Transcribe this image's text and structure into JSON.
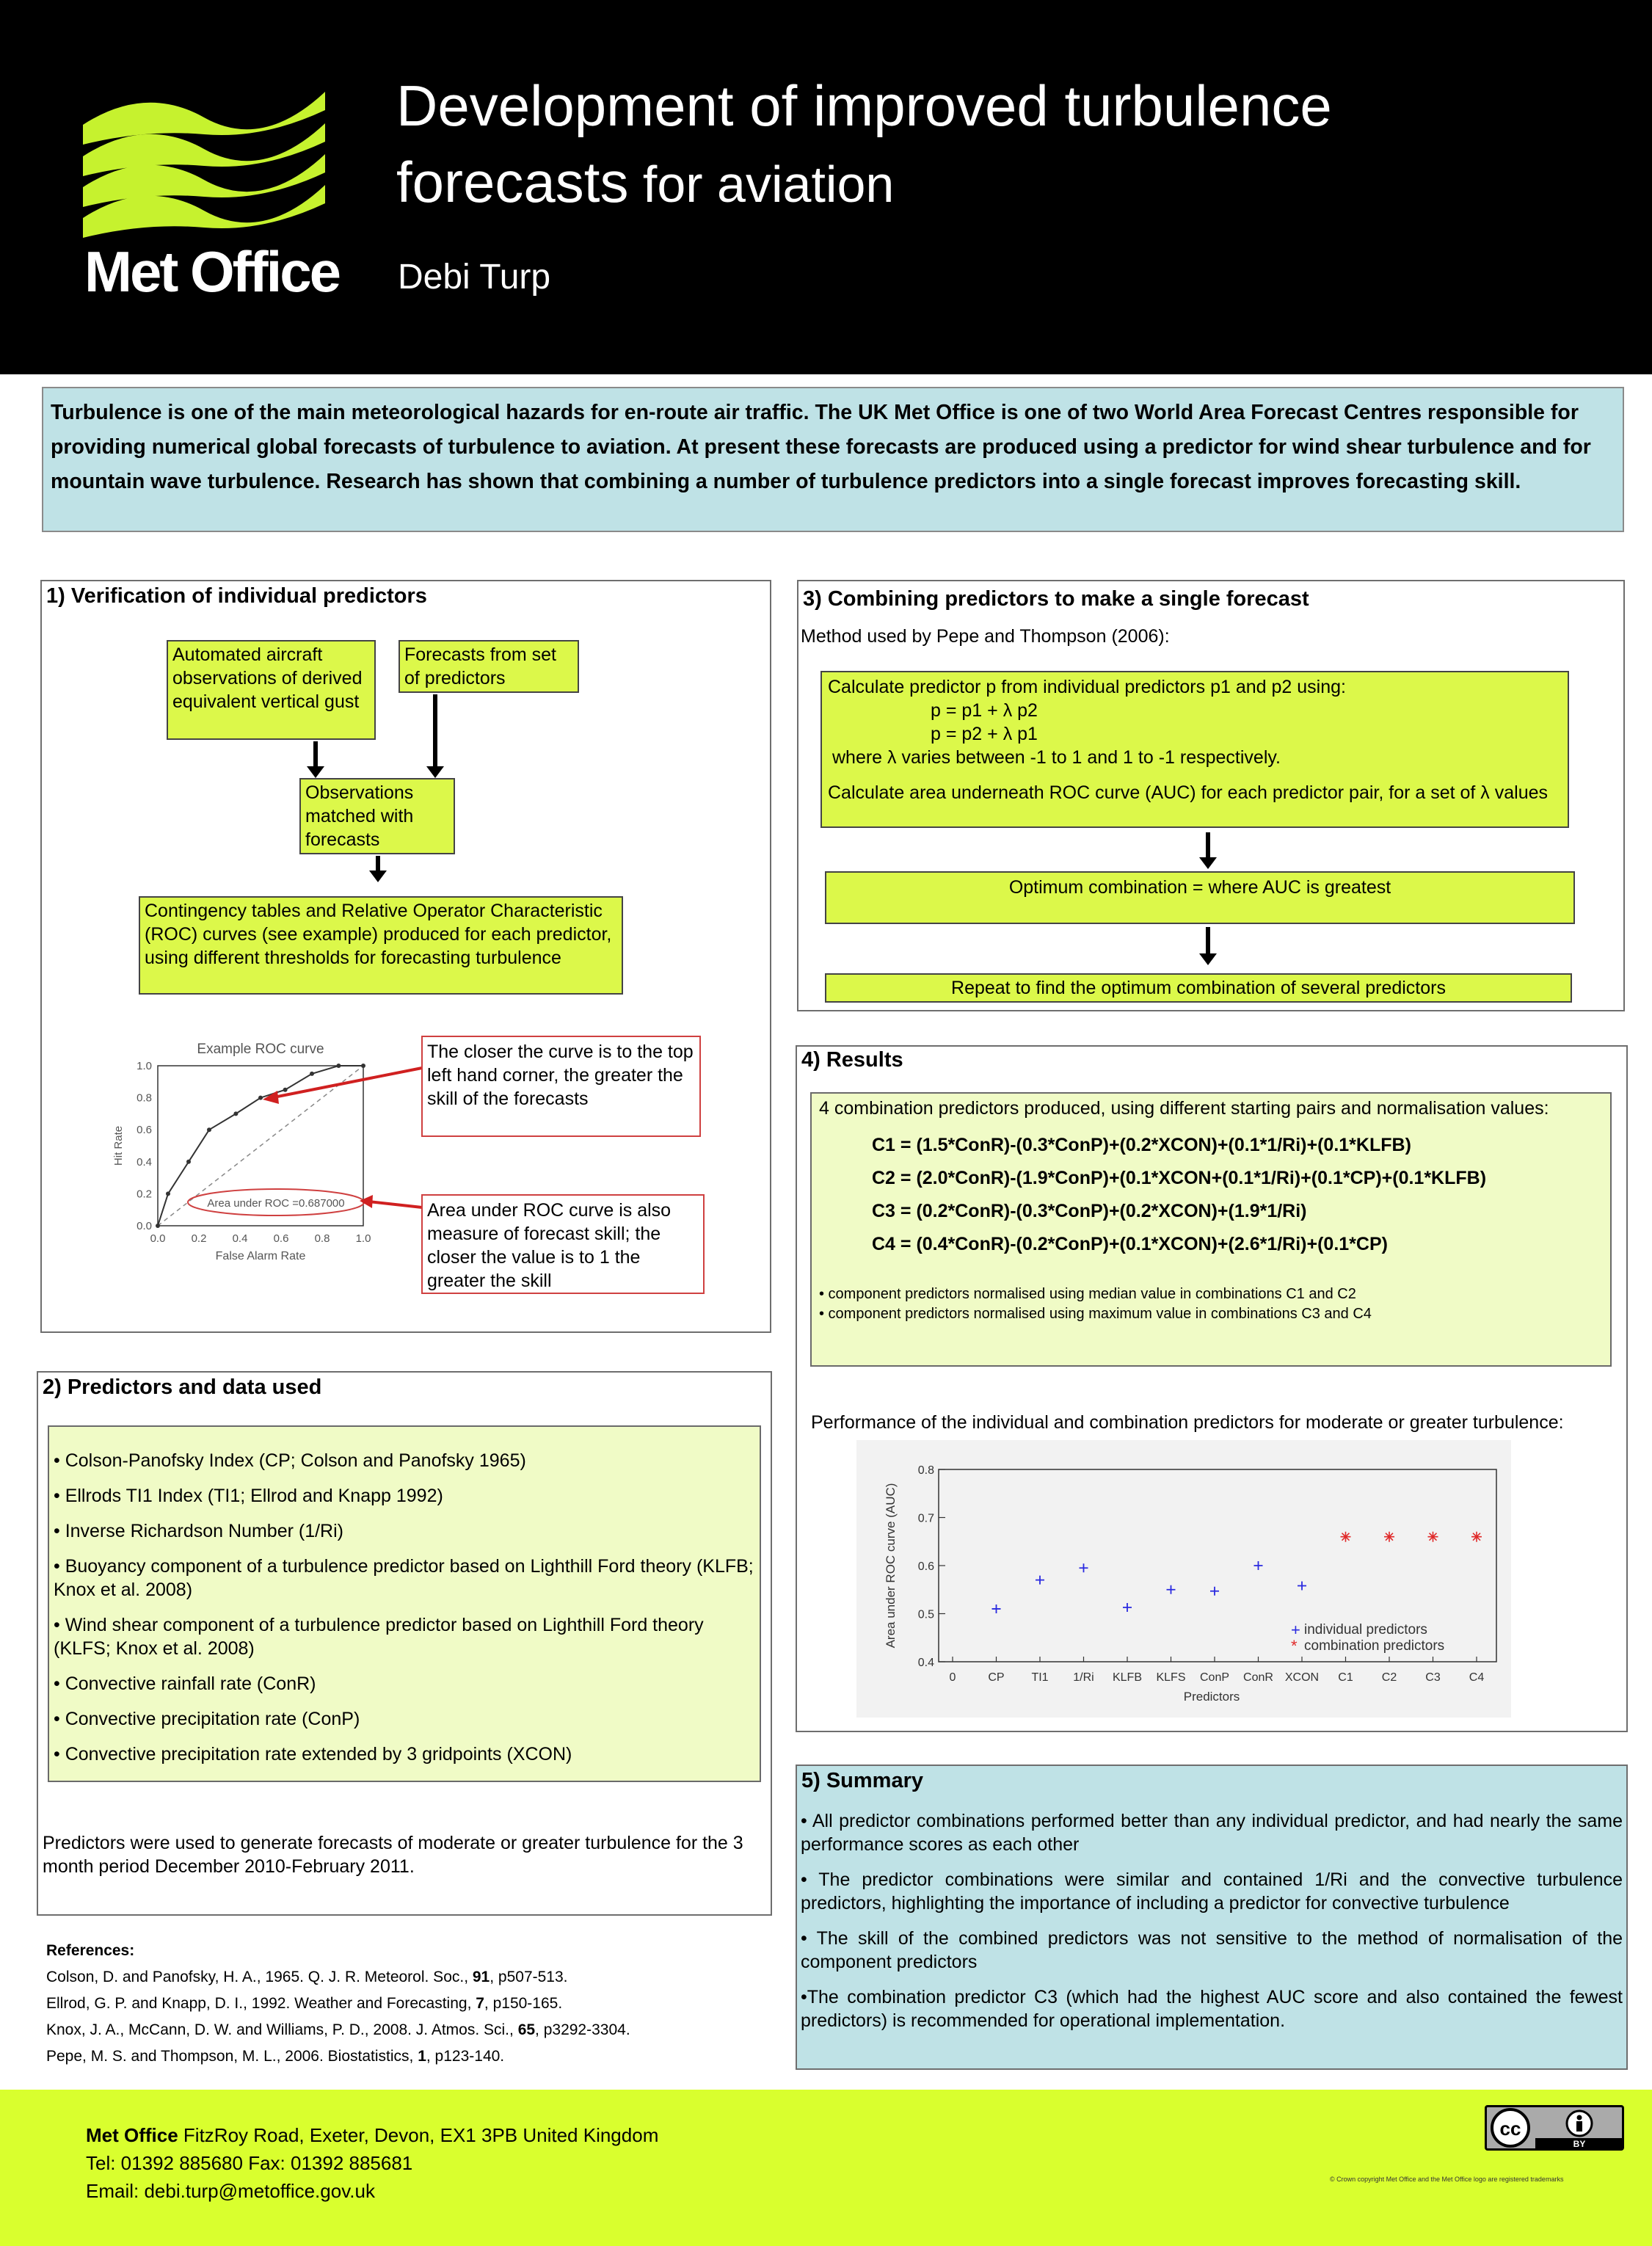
{
  "header": {
    "logo_text": "Met Office",
    "title_line1": "Development of improved turbulence",
    "title_line2_a": "forecasts",
    "title_line2_b": " for aviation",
    "author": "Debi Turp"
  },
  "intro": "Turbulence is one of the main meteorological hazards for en-route air traffic. The UK Met Office is one of two World Area Forecast Centres responsible for providing numerical global forecasts of turbulence to aviation. At present these forecasts are produced using a predictor for wind shear turbulence and for mountain wave turbulence. Research has shown that combining a number of turbulence predictors into a single forecast improves forecasting skill.",
  "section1": {
    "title": "1) Verification of individual predictors",
    "box_obs": "Automated aircraft observations of derived equivalent vertical gust",
    "box_fcst": "Forecasts from set of predictors",
    "box_match": "Observations matched with forecasts",
    "box_cont": "Contingency tables and Relative Operator Characteristic (ROC) curves (see example) produced for each predictor, using different thresholds for forecasting turbulence",
    "note_corner": "The closer the curve is to the top left hand corner, the greater the skill of the forecasts",
    "note_area": "Area under ROC curve is also measure of forecast skill; the closer the value is to 1 the greater the skill",
    "roc_chart": {
      "title": "Example ROC curve",
      "xlabel": "False Alarm Rate",
      "ylabel": "Hit Rate",
      "annotation": "Area under ROC =0.687000",
      "ticks": [
        "0.0",
        "0.2",
        "0.4",
        "0.6",
        "0.8",
        "1.0"
      ]
    }
  },
  "section2": {
    "title": "2) Predictors and data used",
    "items": [
      "• Colson-Panofsky Index  (CP; Colson and Panofsky 1965)",
      "• Ellrods TI1 Index (TI1; Ellrod and Knapp 1992)",
      "• Inverse Richardson Number (1/Ri)",
      "• Buoyancy component of a turbulence predictor based on Lighthill Ford theory (KLFB; Knox et al. 2008)",
      "• Wind shear component of a turbulence predictor based on Lighthill Ford theory (KLFS; Knox et al. 2008)",
      "• Convective rainfall rate (ConR)",
      "• Convective precipitation rate (ConP)",
      "• Convective precipitation rate extended by 3 gridpoints (XCON)"
    ],
    "footer_text": "Predictors were used to generate forecasts of moderate or greater turbulence for the 3 month period December 2010-February 2011."
  },
  "references": {
    "heading": "References:",
    "items": [
      {
        "pre": "Colson, D. and Panofsky, H. A., 1965. Q. J. R. Meteorol. Soc., ",
        "vol": "91",
        "post": ", p507-513."
      },
      {
        "pre": "Ellrod, G. P. and Knapp, D. I., 1992. Weather and Forecasting, ",
        "vol": "7",
        "post": ", p150-165."
      },
      {
        "pre": "Knox, J. A., McCann, D. W. and Williams, P. D., 2008. J. Atmos. Sci., ",
        "vol": "65",
        "post": ", p3292-3304."
      },
      {
        "pre": "Pepe, M. S. and Thompson, M. L., 2006. Biostatistics, ",
        "vol": "1",
        "post": ", p123-140."
      }
    ]
  },
  "section3": {
    "title": "3) Combining predictors to make a single forecast",
    "method": "Method used by Pepe and Thompson (2006):",
    "calc_line": "Calculate predictor p from individual predictors p1 and p2 using:",
    "eq1": "p = p1 + λ p2",
    "eq2": "p = p2 + λ p1",
    "where": "where λ varies between -1 to 1 and 1 to -1 respectively.",
    "auc_line": "Calculate area underneath ROC curve (AUC) for each predictor pair, for a set of λ values",
    "optimum": "Optimum combination = where AUC is greatest",
    "repeat": "Repeat to find the optimum combination of several predictors"
  },
  "section4": {
    "title": "4) Results",
    "intro": "4 combination predictors produced, using different starting pairs and normalisation values:",
    "formulas": [
      "C1 = (1.5*ConR)-(0.3*ConP)+(0.2*XCON)+(0.1*1/Ri)+(0.1*KLFB)",
      "C2 = (2.0*ConR)-(1.9*ConP)+(0.1*XCON+(0.1*1/Ri)+(0.1*CP)+(0.1*KLFB)",
      "C3 = (0.2*ConR)-(0.3*ConP)+(0.2*XCON)+(1.9*1/Ri)",
      "C4 = (0.4*ConR)-(0.2*ConP)+(0.1*XCON)+(2.6*1/Ri)+(0.1*CP)"
    ],
    "notes": [
      "• component predictors normalised using median value in combinations C1 and C2",
      "• component predictors normalised using maximum value in combinations C3 and C4"
    ],
    "perf_caption": "Performance of the individual and combination predictors for moderate or greater turbulence:"
  },
  "chart_data": {
    "type": "scatter",
    "xlabel": "Predictors",
    "ylabel": "Area under ROC curve (AUC)",
    "categories": [
      "0",
      "CP",
      "TI1",
      "1/Ri",
      "KLFB",
      "KLFS",
      "ConP",
      "ConR",
      "XCON",
      "C1",
      "C2",
      "C3",
      "C4"
    ],
    "ylim": [
      0.4,
      0.8
    ],
    "yticks": [
      "0.4",
      "0.5",
      "0.6",
      "0.7",
      "0.8"
    ],
    "series": [
      {
        "name": "individual predictors",
        "marker": "+",
        "color": "#2a2ae0",
        "x": [
          "CP",
          "TI1",
          "1/Ri",
          "KLFB",
          "KLFS",
          "ConP",
          "ConR",
          "XCON"
        ],
        "values": [
          0.51,
          0.57,
          0.595,
          0.513,
          0.55,
          0.547,
          0.6,
          0.558
        ]
      },
      {
        "name": "combination predictors",
        "marker": "*",
        "color": "#e02a2a",
        "x": [
          "C1",
          "C2",
          "C3",
          "C4"
        ],
        "values": [
          0.66,
          0.66,
          0.66,
          0.66
        ]
      }
    ],
    "legend": "bottom-right",
    "grid": false
  },
  "section5": {
    "title": "5) Summary",
    "items": [
      "• All predictor combinations performed better than any individual predictor, and had nearly the same performance scores as each other",
      "• The predictor combinations were similar and contained 1/Ri and the convective turbulence predictors, highlighting the importance of including a predictor for convective turbulence",
      "• The skill of the combined predictors was not sensitive to the method of normalisation of the component predictors",
      "•The combination predictor C3 (which had the highest AUC score and also contained the fewest predictors) is recommended for operational implementation."
    ]
  },
  "footer": {
    "org": "Met Office",
    "address": " FitzRoy Road, Exeter, Devon, EX1 3PB United Kingdom",
    "tel": "Tel: 01392 885680  Fax: 01392 885681",
    "email": "Email: debi.turp@metoffice.gov.uk",
    "cc_by": "BY",
    "copyright": "© Crown copyright  Met Office and the Met Office logo are registered trademarks"
  },
  "colors": {
    "accent_lime": "#dcf84a",
    "footer_lime": "#d9ff2e",
    "teal": "#bfe2e6",
    "pale_yellow": "#f0fbc6",
    "note_red": "#cf4040"
  }
}
